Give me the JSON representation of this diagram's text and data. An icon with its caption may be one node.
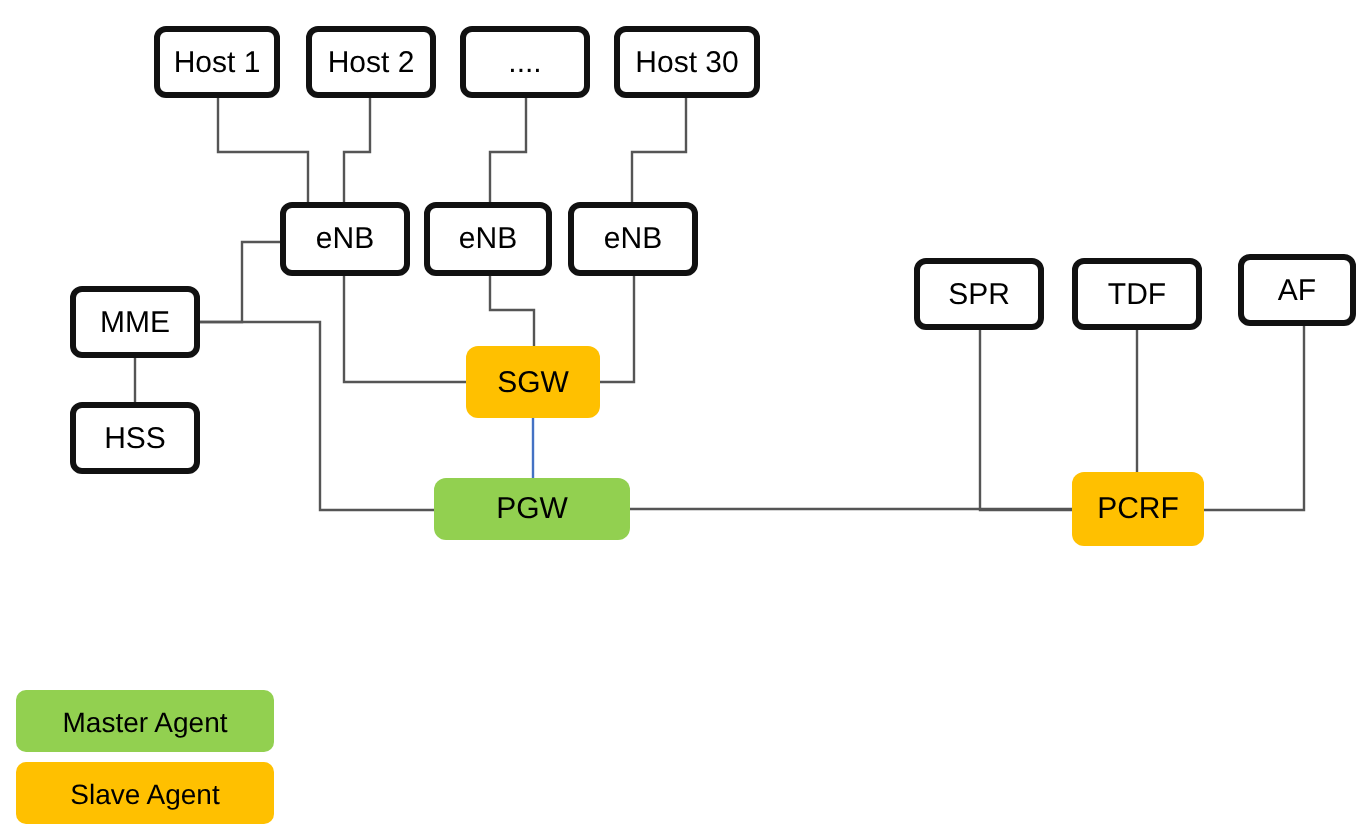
{
  "diagram": {
    "nodes": [
      {
        "text": [
          "Host 1"
        ]
      },
      {
        "text": [
          "Host 2"
        ]
      },
      {
        "text": [
          "...."
        ]
      },
      {
        "text": [
          "Host 30"
        ]
      },
      {
        "text": [
          "eNB"
        ]
      },
      {
        "text": [
          "eNB"
        ]
      },
      {
        "text": [
          "eNB"
        ]
      },
      {
        "text": [
          "MME"
        ]
      },
      {
        "text": [
          "HSS"
        ]
      },
      {
        "text": [
          "SGW"
        ]
      },
      {
        "text": [
          "PGW"
        ]
      },
      {
        "text": [
          "SPR"
        ]
      },
      {
        "text": [
          "TDF"
        ]
      },
      {
        "text": [
          "AF"
        ]
      },
      {
        "text": [
          "PCRF"
        ]
      }
    ],
    "edges": [
      {
        "from": 0,
        "to": 4,
        "arrow": "none"
      },
      {
        "from": 1,
        "to": 4,
        "arrow": "none"
      },
      {
        "from": 2,
        "to": 5,
        "arrow": "none"
      },
      {
        "from": 3,
        "to": 6,
        "arrow": "none"
      },
      {
        "from": 4,
        "to": 7,
        "arrow": "none"
      },
      {
        "from": 7,
        "to": 8,
        "arrow": "none"
      },
      {
        "from": 7,
        "to": 10,
        "arrow": "none"
      },
      {
        "from": 4,
        "to": 9,
        "arrow": "none"
      },
      {
        "from": 5,
        "to": 9,
        "arrow": "none"
      },
      {
        "from": 6,
        "to": 9,
        "arrow": "none"
      },
      {
        "from": 9,
        "to": 10,
        "arrow": "none",
        "color": "#4472c4"
      },
      {
        "from": 10,
        "to": 14,
        "arrow": "none"
      },
      {
        "from": 11,
        "to": 14,
        "arrow": "none"
      },
      {
        "from": 12,
        "to": 14,
        "arrow": "none"
      },
      {
        "from": 13,
        "to": 14,
        "arrow": "none"
      }
    ],
    "legend": [
      {
        "text": "Master Agent",
        "color": "#92d050"
      },
      {
        "text": "Slave Agent",
        "color": "#ffc000"
      }
    ]
  }
}
